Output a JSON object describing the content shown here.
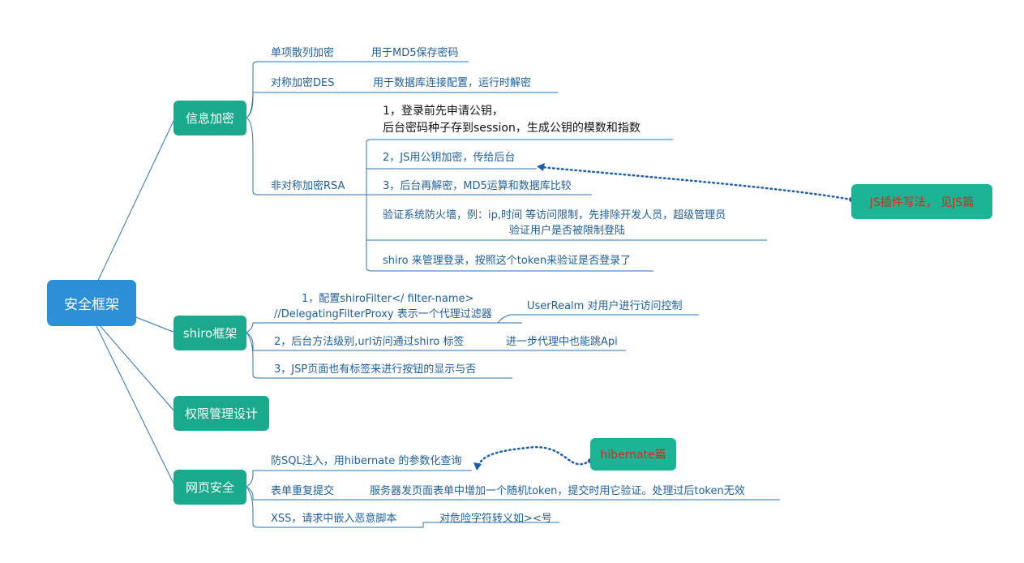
{
  "root": {
    "label": "安全框架"
  },
  "branches": {
    "info": {
      "label": "信息加密"
    },
    "shiro": {
      "label": "shiro框架"
    },
    "perm": {
      "label": "权限管理设计"
    },
    "web": {
      "label": "网页安全"
    }
  },
  "info_items": {
    "hash": {
      "label": "单项散列加密",
      "detail": "用于MD5保存密码"
    },
    "sym": {
      "label": "对称加密DES",
      "detail": "用于数据库连接配置，运行时解密"
    },
    "asym": {
      "label": "非对称加密RSA",
      "step1_line1": "1，登录前先申请公钥，",
      "step1_line2": "后台密码种子存到session，生成公钥的模数和指数",
      "step2": "2，JS用公钥加密，传给后台",
      "step3": "3，后台再解密，MD5运算和数据库比较",
      "firewall_line1": "验证系统防火墙，例：ip,时间  等访问限制，先排除开发人员，超级管理员",
      "firewall_line2": "验证用户是否被限制登陆",
      "token": "shiro 来管理登录，按照这个token来验证是否登录了"
    }
  },
  "shiro_items": {
    "filter_line1": "1，配置shiroFilter</ filter-name>",
    "filter_line2": "//DelegatingFilterProxy 表示一个代理过滤器",
    "realm": "UserRealm  对用户进行访问控制",
    "method": "2，后台方法级别,url访问通过shiro 标签",
    "proxy": "进一步代理中也能跳Api",
    "jsp": "3，JSP页面也有标签来进行按钮的显示与否"
  },
  "web_items": {
    "sql": "防SQL注入，用hibernate 的参数化查询",
    "repeat": {
      "label": "表单重复提交",
      "detail": "服务器发页面表单中增加一个随机token，提交时用它验证。处理过后token无效"
    },
    "xss": {
      "label": "XSS，请求中嵌入恶意脚本",
      "detail": "对危险字符转义如><号"
    }
  },
  "notes": {
    "js": {
      "label": "JS插件写法，  见JS篇",
      "bg": "#1bb595",
      "color": "#d62b1a"
    },
    "hibernate": {
      "label": "hibernate篇",
      "bg": "#1bb595",
      "color": "#d62b1a"
    }
  },
  "colors": {
    "line": "#2a73b8",
    "dotted": "#1a5fb0",
    "root": "#2d8fd6",
    "branch": "#1aa98c"
  }
}
